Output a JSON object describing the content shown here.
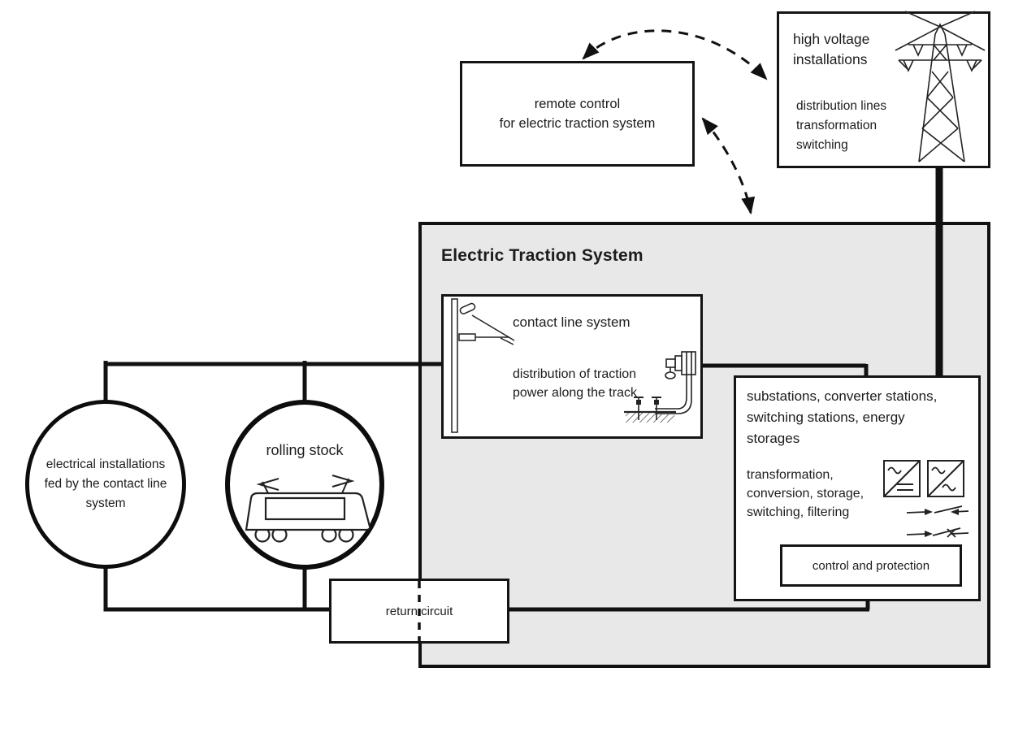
{
  "diagram": {
    "background": "#ffffff",
    "line_color": "#111111",
    "system_fill": "#e8e8e8"
  },
  "high_voltage_box": {
    "title": "high voltage\ninstallations",
    "details": "distribution lines\ntransformation\nswitching",
    "icon": "transmission-tower-icon"
  },
  "remote_control_box": {
    "label": "remote control\nfor electric traction system"
  },
  "traction_system": {
    "title": "Electric Traction System",
    "contact_line_box": {
      "title": "contact line system",
      "details": "distribution of traction\npower along the track",
      "icons": [
        "catenary-mast-icon",
        "feeder-cable-icon"
      ]
    },
    "substations_box": {
      "title": "substations, converter stations,\nswitching stations, energy\nstorages",
      "details": "transformation,\nconversion, storage,\nswitching, filtering",
      "icons": [
        "ac-dc-converter-icon",
        "ac-ac-converter-icon",
        "disconnector-switch-icon",
        "disconnector-switch-icon"
      ],
      "control_box": {
        "label": "control and protection"
      }
    },
    "return_circuit_box": {
      "label": "return circuit"
    }
  },
  "consumers_circle": {
    "label": "electrical installations\nfed by the contact line\nsystem"
  },
  "rolling_stock_circle": {
    "label": "rolling stock",
    "icon": "tram-icon"
  }
}
